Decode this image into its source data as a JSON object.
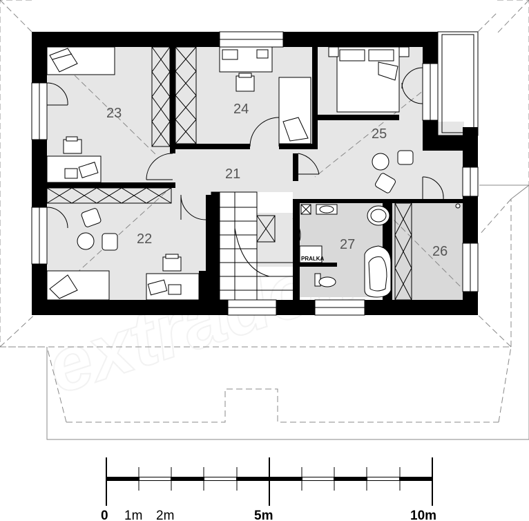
{
  "watermark": "extradom",
  "rooms": [
    {
      "id": "23",
      "label": "23"
    },
    {
      "id": "24",
      "label": "24"
    },
    {
      "id": "25",
      "label": "25"
    },
    {
      "id": "21",
      "label": "21"
    },
    {
      "id": "22",
      "label": "22"
    },
    {
      "id": "27",
      "label": "27"
    },
    {
      "id": "26",
      "label": "26"
    }
  ],
  "appliance_label": "PRALKA",
  "scale_bar": {
    "labels": [
      "0",
      "1m",
      "2m",
      "5m",
      "10m"
    ]
  },
  "colors": {
    "wall": "#000000",
    "room_fill": "#e6e6e6",
    "bath_fill": "#d9d9d9",
    "roof_line": "#888888"
  }
}
